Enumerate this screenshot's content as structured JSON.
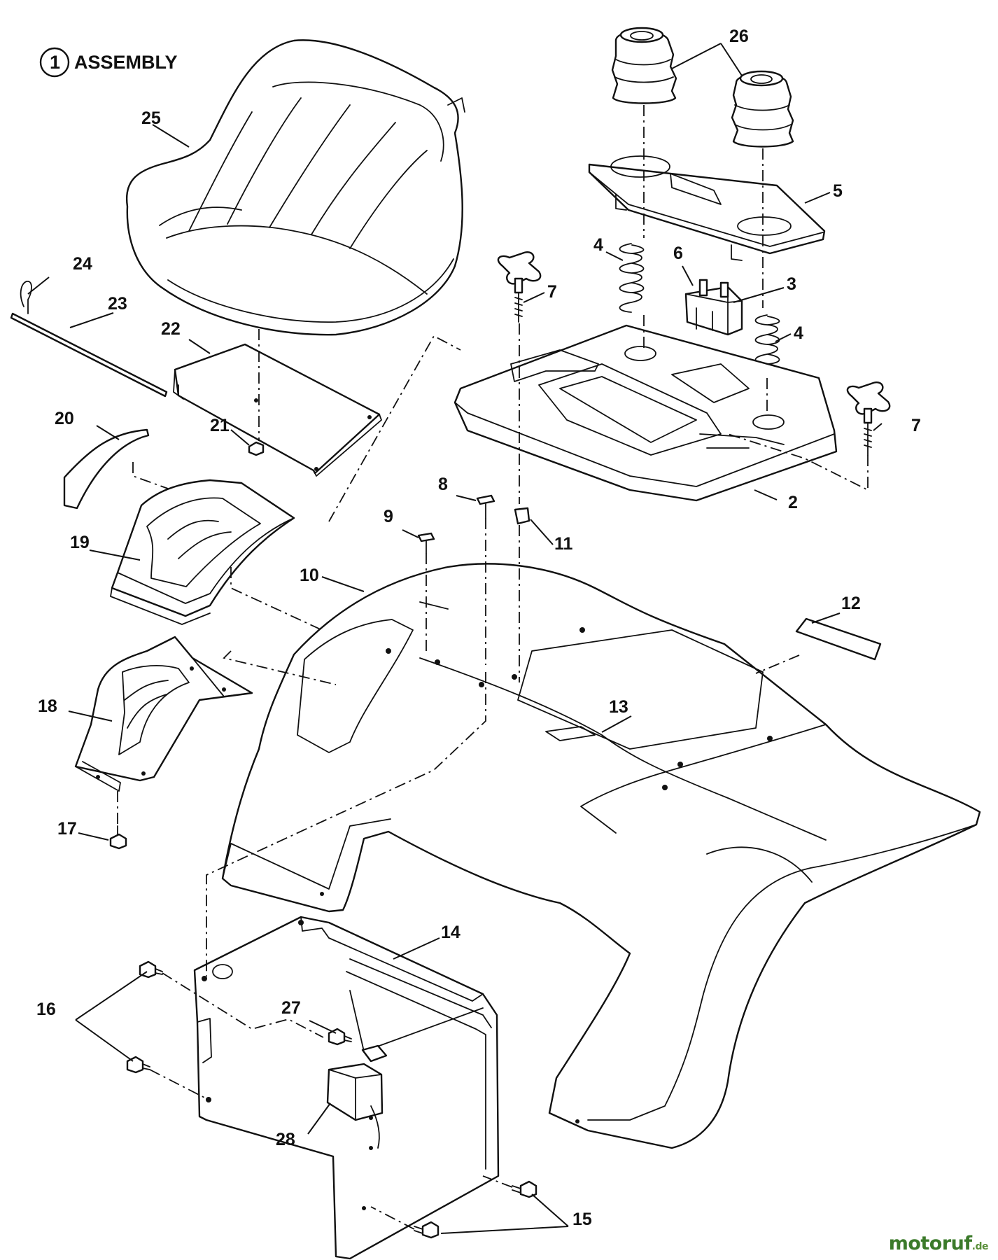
{
  "assembly": {
    "number": "1",
    "label": "ASSEMBLY"
  },
  "callouts": [
    "26",
    "25",
    "5",
    "24",
    "23",
    "4",
    "6",
    "7",
    "3",
    "22",
    "4",
    "7",
    "21",
    "20",
    "2",
    "8",
    "9",
    "11",
    "19",
    "10",
    "12",
    "18",
    "13",
    "17",
    "14",
    "16",
    "27",
    "28",
    "15"
  ],
  "watermark": {
    "brand": "motoruf",
    "tld": ".de"
  }
}
